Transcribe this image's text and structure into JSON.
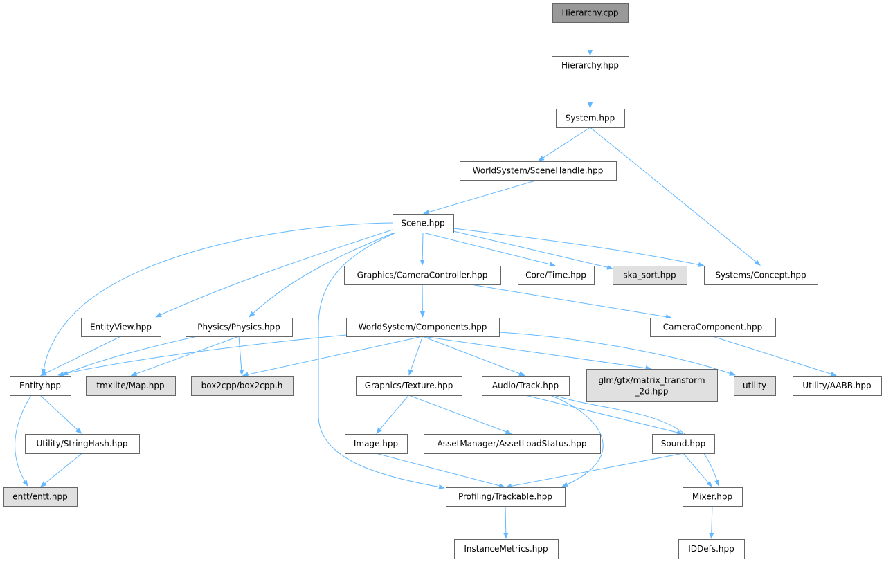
{
  "title": "Hierarchy.cpp include dependency graph",
  "colors": {
    "edge": "#63b8ff",
    "root_fill": "#999999",
    "external_fill": "#e0e0e0",
    "node_fill": "#ffffff",
    "border": "#666666"
  },
  "nodes": [
    {
      "id": "hierarchy_cpp",
      "label": "Hierarchy.cpp",
      "kind": "root"
    },
    {
      "id": "hierarchy_hpp",
      "label": "Hierarchy.hpp",
      "kind": "file"
    },
    {
      "id": "system",
      "label": "System.hpp",
      "kind": "file"
    },
    {
      "id": "scenehandle",
      "label": "WorldSystem/SceneHandle.hpp",
      "kind": "file"
    },
    {
      "id": "scene",
      "label": "Scene.hpp",
      "kind": "file"
    },
    {
      "id": "cameracontroller",
      "label": "Graphics/CameraController.hpp",
      "kind": "file"
    },
    {
      "id": "time",
      "label": "Core/Time.hpp",
      "kind": "file"
    },
    {
      "id": "ska_sort",
      "label": "ska_sort.hpp",
      "kind": "external"
    },
    {
      "id": "concept",
      "label": "Systems/Concept.hpp",
      "kind": "file"
    },
    {
      "id": "entityview",
      "label": "EntityView.hpp",
      "kind": "file"
    },
    {
      "id": "physics",
      "label": "Physics/Physics.hpp",
      "kind": "file"
    },
    {
      "id": "components",
      "label": "WorldSystem/Components.hpp",
      "kind": "file"
    },
    {
      "id": "cameracomponent",
      "label": "CameraComponent.hpp",
      "kind": "file"
    },
    {
      "id": "entity",
      "label": "Entity.hpp",
      "kind": "file"
    },
    {
      "id": "tmxlite",
      "label": "tmxlite/Map.hpp",
      "kind": "external"
    },
    {
      "id": "box2cpp",
      "label": "box2cpp/box2cpp.h",
      "kind": "external"
    },
    {
      "id": "texture",
      "label": "Graphics/Texture.hpp",
      "kind": "file"
    },
    {
      "id": "track",
      "label": "Audio/Track.hpp",
      "kind": "file"
    },
    {
      "id": "glm",
      "label": "glm/gtx/matrix_transform",
      "label2": "_2d.hpp",
      "kind": "external"
    },
    {
      "id": "utility",
      "label": "utility",
      "kind": "external"
    },
    {
      "id": "aabb",
      "label": "Utility/AABB.hpp",
      "kind": "file"
    },
    {
      "id": "stringhash",
      "label": "Utility/StringHash.hpp",
      "kind": "file"
    },
    {
      "id": "image",
      "label": "Image.hpp",
      "kind": "file"
    },
    {
      "id": "assetloadstatus",
      "label": "AssetManager/AssetLoadStatus.hpp",
      "kind": "file"
    },
    {
      "id": "sound",
      "label": "Sound.hpp",
      "kind": "file"
    },
    {
      "id": "entt",
      "label": "entt/entt.hpp",
      "kind": "external"
    },
    {
      "id": "trackable",
      "label": "Profiling/Trackable.hpp",
      "kind": "file"
    },
    {
      "id": "mixer",
      "label": "Mixer.hpp",
      "kind": "file"
    },
    {
      "id": "instancemetrics",
      "label": "InstanceMetrics.hpp",
      "kind": "file"
    },
    {
      "id": "iddefs",
      "label": "IDDefs.hpp",
      "kind": "file"
    }
  ],
  "edges": [
    [
      "hierarchy_cpp",
      "hierarchy_hpp"
    ],
    [
      "hierarchy_hpp",
      "system"
    ],
    [
      "system",
      "scenehandle"
    ],
    [
      "system",
      "concept"
    ],
    [
      "scenehandle",
      "scene"
    ],
    [
      "scene",
      "cameracontroller"
    ],
    [
      "scene",
      "time"
    ],
    [
      "scene",
      "ska_sort"
    ],
    [
      "scene",
      "concept"
    ],
    [
      "scene",
      "entityview"
    ],
    [
      "scene",
      "physics"
    ],
    [
      "scene",
      "entity"
    ],
    [
      "scene",
      "trackable"
    ],
    [
      "cameracontroller",
      "components"
    ],
    [
      "cameracontroller",
      "cameracomponent"
    ],
    [
      "entityview",
      "entity"
    ],
    [
      "physics",
      "entity"
    ],
    [
      "physics",
      "tmxlite"
    ],
    [
      "physics",
      "box2cpp"
    ],
    [
      "components",
      "entity"
    ],
    [
      "components",
      "box2cpp"
    ],
    [
      "components",
      "texture"
    ],
    [
      "components",
      "track"
    ],
    [
      "components",
      "glm"
    ],
    [
      "components",
      "utility"
    ],
    [
      "cameracomponent",
      "aabb"
    ],
    [
      "entity",
      "entt"
    ],
    [
      "entity",
      "stringhash"
    ],
    [
      "stringhash",
      "entt"
    ],
    [
      "texture",
      "image"
    ],
    [
      "texture",
      "assetloadstatus"
    ],
    [
      "image",
      "trackable"
    ],
    [
      "track",
      "sound"
    ],
    [
      "track",
      "trackable"
    ],
    [
      "track",
      "mixer"
    ],
    [
      "sound",
      "trackable"
    ],
    [
      "sound",
      "mixer"
    ],
    [
      "trackable",
      "instancemetrics"
    ],
    [
      "mixer",
      "iddefs"
    ]
  ]
}
